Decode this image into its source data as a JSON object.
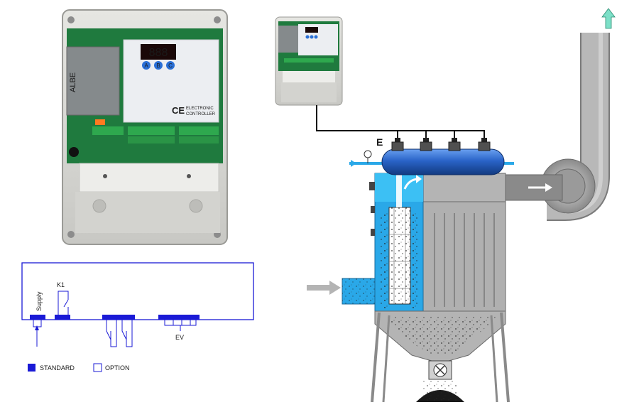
{
  "controller_photo": {
    "display_digits": "888",
    "button_labels": [
      "A",
      "B",
      "C"
    ],
    "ce_mark": "CE",
    "panel_text_line1": "ELECTRONIC",
    "panel_text_line2": "CONTROLLER",
    "transformer_brand": "ALBE"
  },
  "wiring_diagram": {
    "supply_label": "Supply",
    "relay_label": "K1",
    "valves_label": "EV"
  },
  "legend": {
    "standard_label": "STANDARD",
    "option_label": "OPTION"
  },
  "filter_diagram": {
    "valve_group_label": "E"
  },
  "colors": {
    "standard_blue": "#1a1ad6",
    "header_blue": "#2a64c8",
    "filter_gray": "#b4b4b4",
    "exhaust_arrow": "#7de0c8",
    "dirty_chamber": "#2aa8e8"
  }
}
